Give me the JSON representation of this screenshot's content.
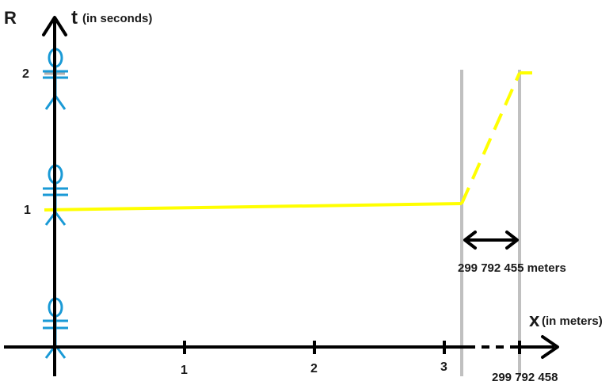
{
  "axes": {
    "frame_label": "R",
    "t_axis_symbol": "t",
    "t_axis_unit": "(in seconds)",
    "x_axis_symbol": "x",
    "x_axis_unit": "(in meters)"
  },
  "t_ticks": [
    "1",
    "2"
  ],
  "x_ticks": [
    "1",
    "2",
    "3",
    "299 792 458"
  ],
  "distance_label": "299 792 455 meters",
  "colors": {
    "axis": "#000000",
    "worldline": "#ffff00",
    "figure": "#1a9ad6",
    "barrier": "#c0c0c0",
    "tick_marker_gray": "#b0b0b0"
  },
  "figures": [
    {
      "t": 0
    },
    {
      "t": 1
    },
    {
      "t": 2
    }
  ]
}
